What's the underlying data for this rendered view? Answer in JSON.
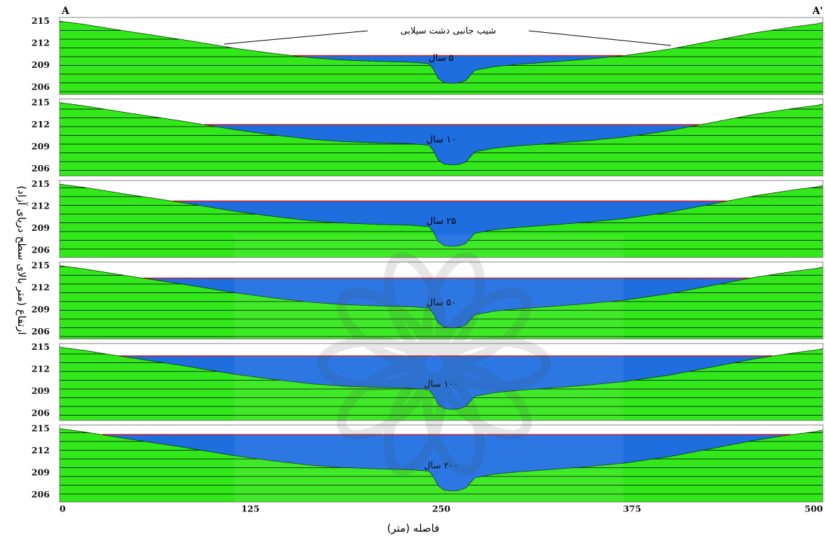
{
  "chart_data": {
    "type": "area",
    "section_start": "A",
    "section_end": "A'",
    "xlabel": "فاصله (متر)",
    "ylabel": "ارتفاع (متر بالای سطح دریای آزاد)",
    "xticks": [
      0,
      125,
      250,
      375,
      500
    ],
    "xlim": [
      0,
      500
    ],
    "yticks": [
      206,
      209,
      212,
      215
    ],
    "ylim": [
      205,
      215.5
    ],
    "annotation": "شیب جانبی دشت سیلابی",
    "colors": {
      "terrain": "#33e81a",
      "water": "#1e6ee0",
      "water_light": "#4f9cf0",
      "water_line": "#d21d26",
      "hatch": "#0b3a06"
    },
    "terrain_profile": {
      "x": [
        0,
        15,
        45,
        80,
        115,
        140,
        165,
        185,
        210,
        230,
        242,
        245,
        248,
        252,
        258,
        262,
        266,
        272,
        285,
        300,
        320,
        345,
        370,
        400,
        430,
        455,
        480,
        495,
        500
      ],
      "y": [
        215.0,
        214.6,
        213.6,
        212.5,
        211.3,
        210.6,
        210.0,
        209.7,
        209.5,
        209.4,
        209.2,
        208.4,
        207.2,
        206.6,
        206.5,
        206.6,
        206.9,
        208.3,
        208.8,
        209.1,
        209.4,
        209.8,
        210.3,
        211.2,
        212.4,
        213.4,
        214.2,
        214.6,
        214.8
      ]
    },
    "series": [
      {
        "name": "۵ سال",
        "water_level": 210.3
      },
      {
        "name": "۱۰ سال",
        "water_level": 212.0
      },
      {
        "name": "۲۵ سال",
        "water_level": 212.7
      },
      {
        "name": "۵۰ سال",
        "water_level": 213.3
      },
      {
        "name": "۱۰۰ سال",
        "water_level": 213.8
      },
      {
        "name": "۲۰۰ سال",
        "water_level": 214.2
      }
    ],
    "grid": false,
    "legend": "none"
  }
}
